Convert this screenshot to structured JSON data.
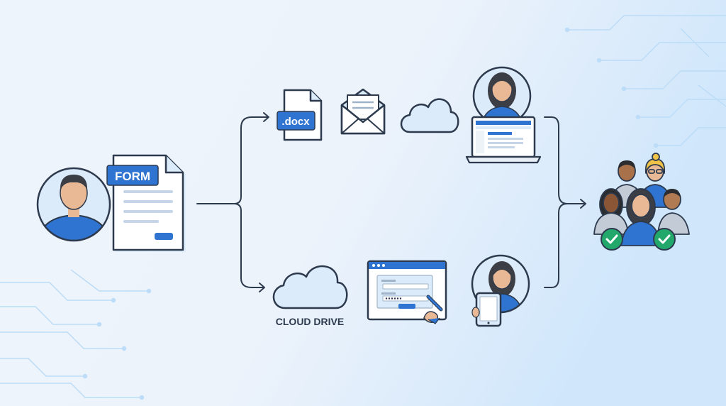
{
  "labels": {
    "form": "FORM",
    "docx": ".docx",
    "cloud_drive": "CLOUD DRIVE"
  },
  "colors": {
    "background_left": "#eef4fb",
    "background_right": "#cfe6fb",
    "outline": "#2d3a4e",
    "accent_blue": "#2f74d0",
    "light_blue": "#dcebfa",
    "skin": "#e8b994",
    "hair": "#3b3e45",
    "check_green": "#23a86b",
    "circuit": "#bcdcf7"
  },
  "icons": [
    "user-avatar-icon",
    "form-document-icon",
    "docx-file-icon",
    "email-envelope-icon",
    "cloud-icon",
    "laptop-user-icon",
    "cloud-drive-icon",
    "browser-form-icon",
    "pen-icon",
    "tablet-user-icon",
    "team-group-icon",
    "check-badge-icon"
  ]
}
